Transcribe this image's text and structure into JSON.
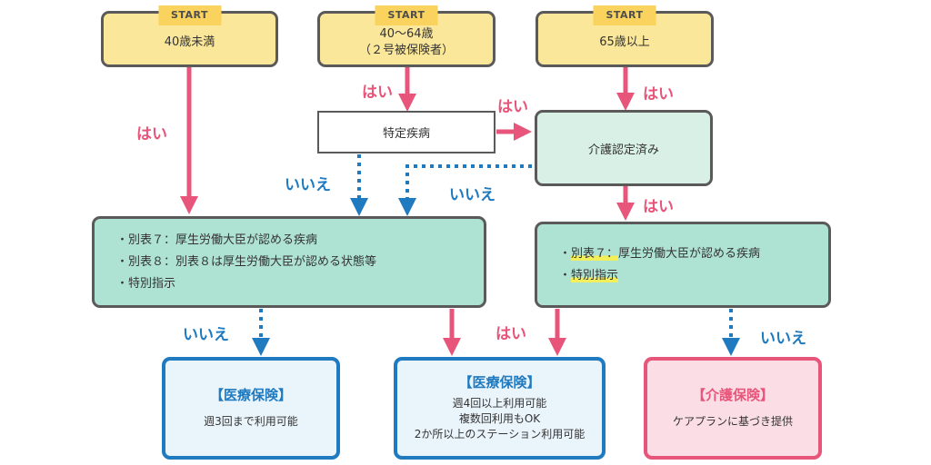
{
  "start": {
    "tag": "START",
    "under40": "40歳未満",
    "age40to64": [
      "40～64歳",
      "（２号被保険者）"
    ],
    "over65": "65歳以上"
  },
  "nodes": {
    "specific_disease": "特定疾病",
    "care_certified": "介護認定済み",
    "criteria_left": [
      "・別表７：厚生労働大臣が認める疾病",
      "・別表８：別表８は厚生労働大臣が認める状態等",
      "・特別指示"
    ],
    "criteria_right": {
      "line1_prefix": "・",
      "line1_mark": "別表７：",
      "line1_rest": "厚生労働大臣が認める疾病",
      "line2_prefix": "・",
      "line2_mark": "特別指示"
    }
  },
  "labels": {
    "yes": "はい",
    "no": "いいえ"
  },
  "outcomes": {
    "medical_a": {
      "title": "【医療保険】",
      "lines": [
        "週3回まで利用可能"
      ]
    },
    "medical_b": {
      "title": "【医療保険】",
      "lines": [
        "週4回以上利用可能",
        "複数回利用もOK",
        "2か所以上のステーション利用可能"
      ]
    },
    "care": {
      "title": "【介護保険】",
      "lines": [
        "ケアプランに基づき提供"
      ]
    }
  },
  "colors": {
    "yes_arrow": "#e8557a",
    "no_arrow": "#1f7ac0",
    "start_fill": "#fbe79a",
    "green_fill": "#aee2d2",
    "mint_fill": "#d8f0e6",
    "blue_border": "#1f7ac0",
    "pink_border": "#e8557a",
    "highlight": "#f2ef5a"
  }
}
